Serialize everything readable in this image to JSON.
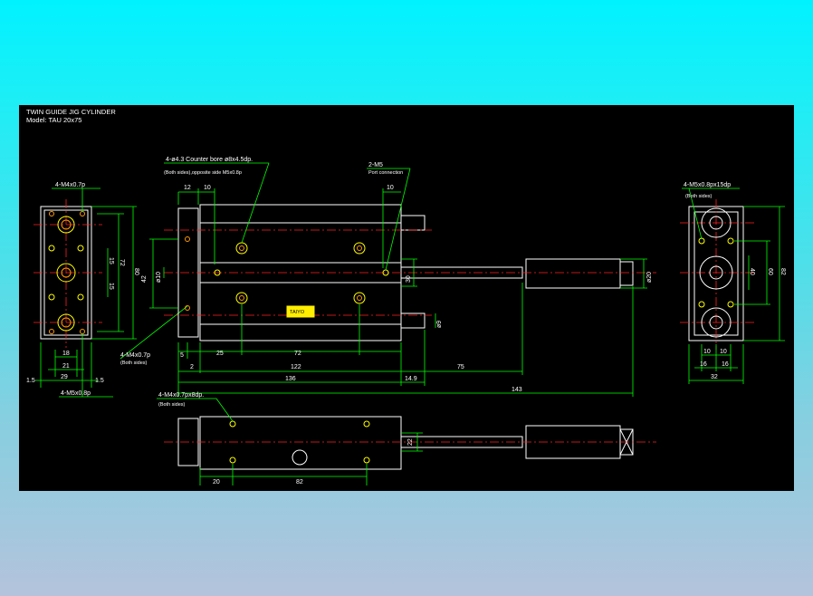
{
  "title": "TWIN GUIDE JIG CYLINDER",
  "model": "Model: TAU 20x75",
  "colors": {
    "bg_top": "#00f2ff",
    "bg_bottom": "#b4c3dc",
    "drawing": "#000000",
    "lines": "#ffffff",
    "dims": "#00ff00",
    "center": "#ff2020",
    "holes": "#ffff00"
  },
  "callouts": {
    "left_top": "4-M4x0.7p",
    "left_bottom": "4-M5x0.8p",
    "left_side": "4-M4x0.7p",
    "left_side_sub": "(Both sides)",
    "front_top": "4-ø4.3 Counter bore ø8x4.5dp.",
    "front_top_sub": "(Both sides),opposite side M5x0.8p",
    "port": "2-M5",
    "port_sub": "Port connection",
    "right_top": "4-M5x0.8px15dp",
    "right_top_sub": "(Both sides)",
    "bottom_top": "4-M4x0.7px8dp.",
    "bottom_top_sub": "(Both sides)",
    "label_plate": "TAIYO"
  },
  "dims": {
    "left": {
      "d18": "18",
      "d29": "29",
      "d21": "21",
      "d1_5a": "1.5",
      "d1_5b": "1.5",
      "d72": "72",
      "d80": "80",
      "d15a": "15",
      "d15b": "15"
    },
    "front": {
      "d12": "12",
      "d10a": "10",
      "d10b": "10",
      "d42": "42",
      "d10c": "ø10",
      "d30": "30",
      "d20": "ø20",
      "d5": "5",
      "d2": "2",
      "d25": "25",
      "d72": "72",
      "d122": "122",
      "d136": "136",
      "d75": "75",
      "d14_9": "14.9",
      "d143": "143",
      "d9": "ø9"
    },
    "right": {
      "d10a": "10",
      "d10b": "10",
      "d16a": "16",
      "d16b": "16",
      "d32": "32",
      "d40": "40",
      "d60": "60",
      "d82": "82"
    },
    "bottom": {
      "d20": "20",
      "d82": "82",
      "d22": "22"
    }
  }
}
